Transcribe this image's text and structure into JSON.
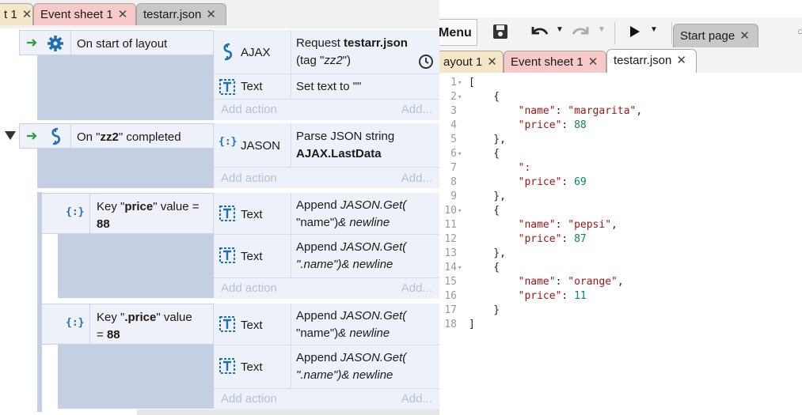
{
  "left": {
    "tabs": [
      {
        "label": "t 1"
      },
      {
        "label": "Event sheet 1"
      },
      {
        "label": "testarr.json"
      }
    ],
    "close_glyph": "✕",
    "events": {
      "e1": {
        "condition": "On start of layout",
        "actions": [
          {
            "object": "AJAX",
            "text_plain": "Request ",
            "text_bold": "testarr.json",
            "text_line2_a": "(tag \"",
            "text_line2_i": "zz2",
            "text_line2_b": "\")"
          },
          {
            "object": "Text",
            "text": "Set text to \"\""
          }
        ],
        "add_action": "Add action",
        "add_more": "Add..."
      },
      "e2": {
        "condition_a": "On \"",
        "condition_b": "zz2",
        "condition_c": "\" completed",
        "actions": [
          {
            "object": "JASON",
            "text": "Parse JSON string",
            "text_bold": "AJAX.LastData"
          }
        ],
        "add_action": "Add action",
        "add_more": "Add..."
      },
      "e3": {
        "condition_a": "Key \"",
        "condition_b": "price",
        "condition_c": "\" value =",
        "condition_d": "88",
        "actions": [
          {
            "object": "Text",
            "text_a": "Append ",
            "text_i": "JASON.Get(",
            "text_l2_a": "\"name\")",
            "text_l2_i": "& newline"
          },
          {
            "object": "Text",
            "text_a": "Append ",
            "text_i": "JASON.Get(",
            "text_l2_a": "\".name\")",
            "text_l2_i": "& newline"
          }
        ],
        "add_action": "Add action",
        "add_more": "Add..."
      },
      "e4": {
        "condition_a": "Key \"",
        "condition_b": ".price",
        "condition_c": "\" value",
        "condition_d": "= 88",
        "actions": [
          {
            "object": "Text",
            "text_a": "Append ",
            "text_i": "JASON.Get(",
            "text_l2_a": "\"name\")",
            "text_l2_i": "& newline"
          },
          {
            "object": "Text",
            "text_a": "Append ",
            "text_i": "JASON.Get(",
            "text_l2_a": "\".name\")",
            "text_l2_i": "& newline"
          }
        ],
        "add_action": "Add action",
        "add_more": "Add..."
      }
    }
  },
  "right": {
    "toolbar": {
      "menu": "Menu",
      "start_page": "Start page"
    },
    "tabs": [
      {
        "label": "ayout 1"
      },
      {
        "label": "Event sheet 1"
      },
      {
        "label": "testarr.json"
      }
    ],
    "code_lines": [
      {
        "n": "1",
        "fold": "▾",
        "text": "["
      },
      {
        "n": "2",
        "fold": "▾",
        "text": "    {"
      },
      {
        "n": "3",
        "fold": "",
        "key": "\"name\"",
        "sep": ": ",
        "str": "\"margarita\"",
        "tail": ","
      },
      {
        "n": "4",
        "fold": "",
        "key": "\"price\"",
        "sep": ": ",
        "num": "88"
      },
      {
        "n": "5",
        "fold": "",
        "text": "    },"
      },
      {
        "n": "6",
        "fold": "▾",
        "text": "    {"
      },
      {
        "n": "7",
        "fold": "",
        "key": "\":",
        "sep": "",
        "num": ""
      },
      {
        "n": "8",
        "fold": "",
        "key": "\"price\"",
        "sep": ": ",
        "num": "69"
      },
      {
        "n": "9",
        "fold": "",
        "text": "    },"
      },
      {
        "n": "10",
        "fold": "▾",
        "text": "    {"
      },
      {
        "n": "11",
        "fold": "",
        "key": "\"name\"",
        "sep": ": ",
        "str": "\"pepsi\"",
        "tail": ","
      },
      {
        "n": "12",
        "fold": "",
        "key": "\"price\"",
        "sep": ": ",
        "num": "87"
      },
      {
        "n": "13",
        "fold": "",
        "text": "    },"
      },
      {
        "n": "14",
        "fold": "▾",
        "text": "    {"
      },
      {
        "n": "15",
        "fold": "",
        "key": "\"name\"",
        "sep": ": ",
        "str": "\"orange\"",
        "tail": ","
      },
      {
        "n": "16",
        "fold": "",
        "key": "\"price\"",
        "sep": ": ",
        "num": "11"
      },
      {
        "n": "17",
        "fold": "",
        "text": "    }"
      },
      {
        "n": "18",
        "fold": "",
        "text": "]"
      }
    ]
  },
  "colors": {
    "accent_green": "#2e9e3c",
    "json_key": "#a31515",
    "json_number": "#098658",
    "event_tab": "#f7c9c9",
    "json_tab": "#c8c8c8"
  }
}
